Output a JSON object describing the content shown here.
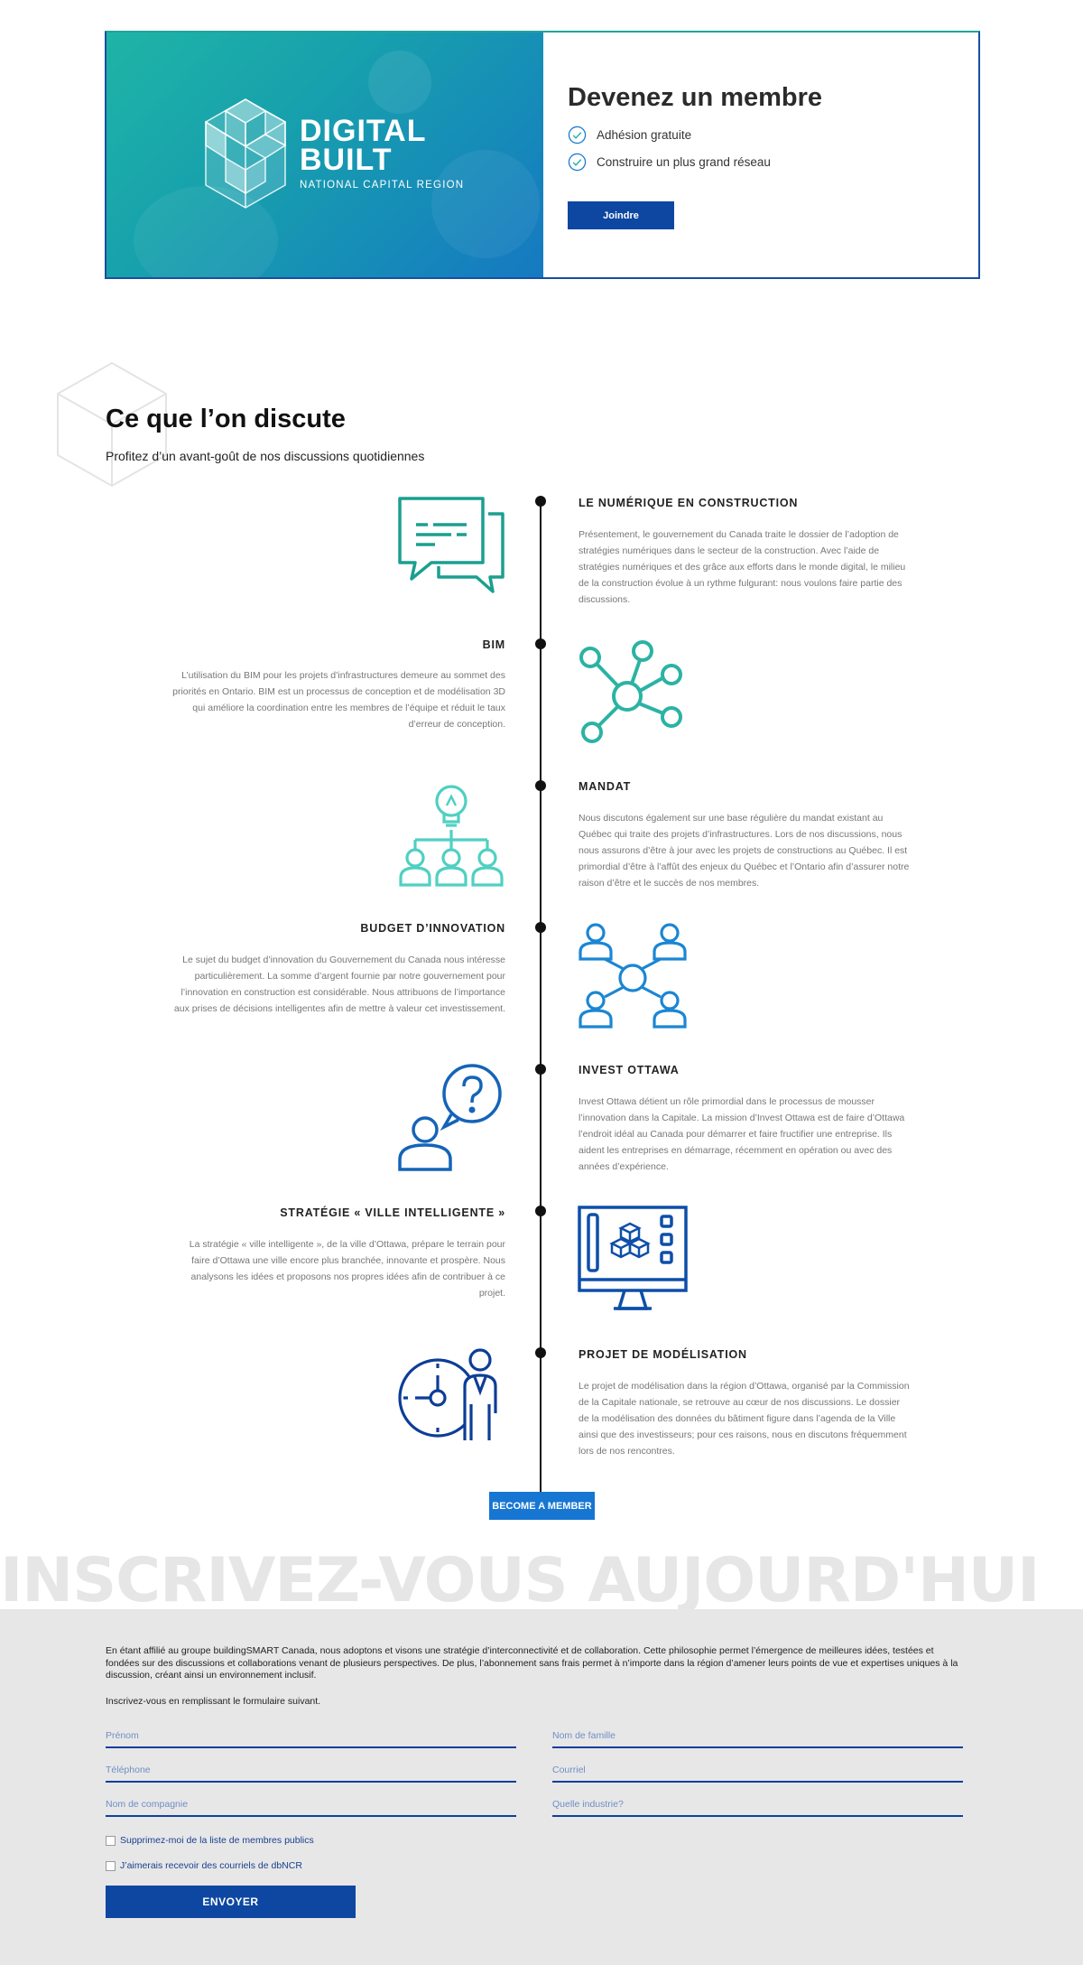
{
  "banner": {
    "logo_line1": "DIGITAL",
    "logo_line2": "BUILT",
    "logo_line3": "NATIONAL CAPITAL REGION",
    "title": "Devenez un membre",
    "benefits": [
      "Adhésion gratuite",
      "Construire un plus grand réseau"
    ],
    "join_label": "Joindre"
  },
  "discussion": {
    "title": "Ce que l’on discute",
    "subtitle": "Profitez d’un avant-goût de nos discussions quotidiennes",
    "items": [
      {
        "title": "LE NUMÉRIQUE EN CONSTRUCTION",
        "icon": "chat-bubbles-icon",
        "side": "right",
        "text": "Présentement, le gouvernement du Canada traite le dossier de l’adoption de stratégies numériques dans le secteur de la construction. Avec l’aide de stratégies numériques et des grâce aux efforts dans le monde digital, le milieu de la construction évolue à un rythme fulgurant: nous voulons faire partie des discussions."
      },
      {
        "title": "BIM",
        "icon": "network-nodes-icon",
        "side": "left",
        "text": "L’utilisation du BIM pour les projets d’infrastructures demeure au sommet des priorités en Ontario. BIM est un processus de conception et de modélisation 3D qui améliore la coordination entre les membres de l’équipe et réduit le taux d’erreur de conception."
      },
      {
        "title": "MANDAT",
        "icon": "idea-team-icon",
        "side": "right",
        "text": "Nous discutons également sur une base régulière du mandat existant au Québec qui traite des projets d’infrastructures. Lors de nos discussions, nous nous assurons d’être à jour avec les projets de constructions au Québec. Il est primordial d’être à l’affût des enjeux du Québec et l’Ontario afin d’assurer notre raison d’être et le succès de nos membres."
      },
      {
        "title": "BUDGET D’INNOVATION",
        "icon": "people-network-icon",
        "side": "left",
        "text": "Le sujet du budget d’innovation du Gouvernement du Canada nous intéresse particulièrement. La somme d’argent fournie par notre gouvernement pour l’innovation en construction est considérable. Nous attribuons de l’importance aux prises de décisions intelligentes afin de mettre à valeur cet investissement."
      },
      {
        "title": "INVEST OTTAWA",
        "icon": "person-question-icon",
        "side": "right",
        "text": "Invest Ottawa détient un rôle primordial dans le processus de mousser l’innovation dans la Capitale. La mission d’Invest Ottawa est de faire d’Ottawa l’endroit idéal au Canada pour démarrer et faire fructifier une entreprise. Ils aident les entreprises en démarrage, récemment en opération ou avec des années d’expérience."
      },
      {
        "title": "STRATÉGIE « VILLE INTELLIGENTE »",
        "icon": "monitor-cubes-icon",
        "side": "left",
        "text": "La stratégie « ville intelligente », de la ville d’Ottawa, prépare le terrain pour faire d’Ottawa une ville encore plus branchée, innovante et prospère. Nous analysons les idées et proposons nos propres idées afin de contribuer à ce projet."
      },
      {
        "title": "PROJET DE MODÉLISATION",
        "icon": "clock-person-icon",
        "side": "right",
        "text": "Le projet de modélisation dans la région d’Ottawa, organisé par la Commission de la Capitale nationale, se retrouve au cœur de nos discussions. Le dossier de la modélisation des données du bâtiment figure dans l’agenda de la Ville ainsi que des investisseurs; pour ces raisons, nous en discutons fréquemment lors de nos rencontres."
      }
    ],
    "become_label": "BECOME A MEMBER"
  },
  "signup": {
    "headline": "INSCRIVEZ-VOUS AUJOURD'HUI",
    "intro": "En étant affilié au groupe buildingSMART Canada, nous adoptons et visons une stratégie d’interconnectivité et de collaboration. Cette philosophie permet l’émergence de meilleures idées, testées et fondées sur des discussions et collaborations venant de plusieurs perspectives. De plus, l’abonnement sans frais permet à n’importe dans la région d’amener leurs points de vue et expertises uniques à la discussion, créant ainsi un environnement inclusif.",
    "note": "Inscrivez-vous en remplissant le formulaire suivant.",
    "fields": {
      "first_name": "Prénom",
      "last_name": "Nom de famille",
      "phone": "Téléphone",
      "email": "Courriel",
      "company": "Nom de compagnie",
      "industry": "Quelle industrie?"
    },
    "checkbox_public": "Supprimez-moi de la liste de membres publics",
    "checkbox_emails": "J’aimerais recevoir des courriels de dbNCR",
    "submit_label": "ENVOYER"
  },
  "colors": {
    "teal": "#1fb4a6",
    "blue": "#1676d2",
    "navy": "#0d47a1"
  }
}
